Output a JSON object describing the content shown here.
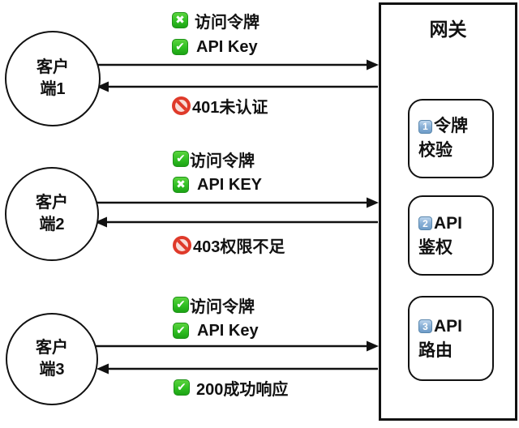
{
  "icons": {
    "check_glyph": "✔",
    "cross_glyph": "✖"
  },
  "colors": {
    "icon_green": "#2fbe22",
    "icon_red": "#df3a2a",
    "keycap_blue": "#6e9cc8",
    "line_black": "#111111"
  },
  "clients": [
    {
      "line1": "客户",
      "line2": "端1"
    },
    {
      "line1": "客户",
      "line2": "端2"
    },
    {
      "line1": "客户",
      "line2": "端3"
    }
  ],
  "gateway": {
    "title": "网关",
    "steps": [
      {
        "num": "1",
        "line1": "令牌",
        "line2": "校验"
      },
      {
        "num": "2",
        "line1": "API",
        "line2": "鉴权"
      },
      {
        "num": "3",
        "line1": "API",
        "line2": "路由"
      }
    ]
  },
  "sections": [
    {
      "request": [
        {
          "icon": "cross-green-icon",
          "text": "访问令牌"
        },
        {
          "icon": "check-green-icon",
          "text": "API Key"
        }
      ],
      "response": {
        "icon": "prohibited-icon",
        "text": "401未认证"
      }
    },
    {
      "request": [
        {
          "icon": "check-green-icon",
          "text": "访问令牌"
        },
        {
          "icon": "cross-green-icon",
          "text": "API KEY"
        }
      ],
      "response": {
        "icon": "prohibited-icon",
        "text": "403权限不足"
      }
    },
    {
      "request": [
        {
          "icon": "check-green-icon",
          "text": "访问令牌"
        },
        {
          "icon": "check-green-icon",
          "text": "API Key"
        }
      ],
      "response": {
        "icon": "check-green-icon",
        "text": "200成功响应"
      }
    }
  ]
}
